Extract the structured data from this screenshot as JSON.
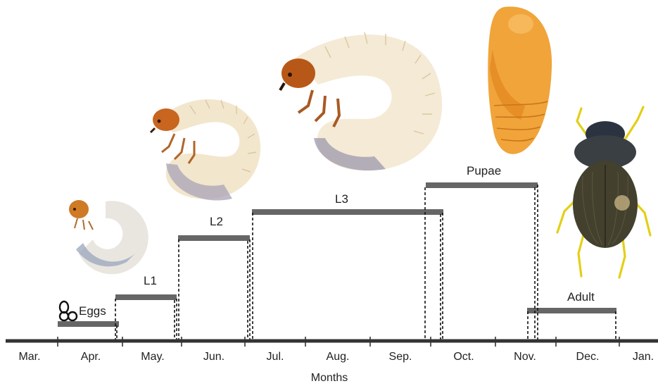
{
  "axis": {
    "months": [
      "Mar.",
      "Apr.",
      "May.",
      "Jun.",
      "Jul.",
      "Aug.",
      "Sep.",
      "Oct.",
      "Nov.",
      "Dec.",
      "Jan."
    ],
    "title": "Months"
  },
  "stages": {
    "eggs": "Eggs",
    "l1": "L1",
    "l2": "L2",
    "l3": "L3",
    "pupae": "Pupae",
    "adult": "Adult"
  },
  "colors": {
    "bar": "#666666",
    "axis": "#333333",
    "grub_body": "#f1e9d6",
    "grub_head": "#c8651f",
    "pupa": "#f0a43a",
    "beetle": "#3b3a2c",
    "beetle_legs": "#e8d21a"
  }
}
